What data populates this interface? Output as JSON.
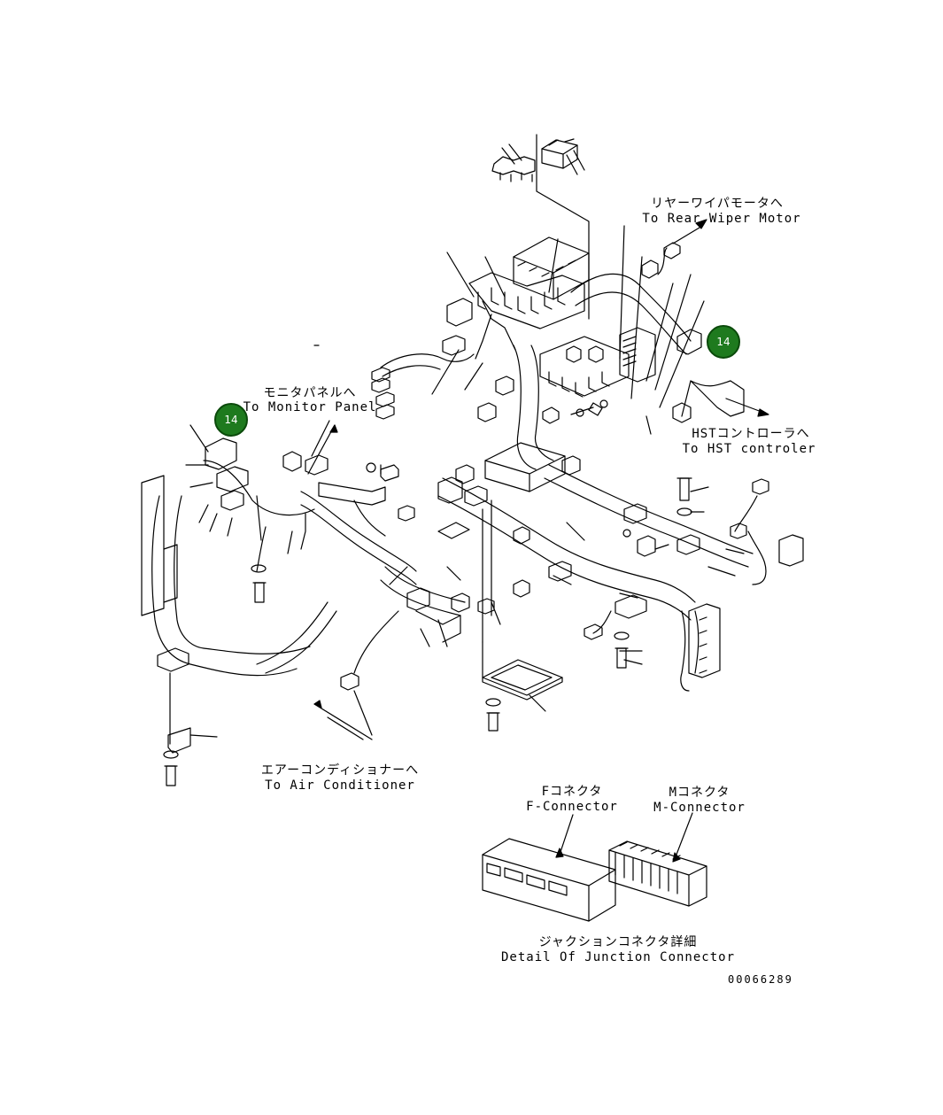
{
  "labels": {
    "rear_wiper_jp": "リヤーワイパモータへ",
    "rear_wiper_en": "To Rear Wiper Motor",
    "monitor_jp": "モニタパネルへ",
    "monitor_en": "To Monitor Panel",
    "hst_jp": "HSTコントローラへ",
    "hst_en": "To HST controler",
    "aircon_jp": "エアーコンディショナーへ",
    "aircon_en": "To Air Conditioner",
    "f_conn_jp": "Fコネクタ",
    "f_conn_en": "F-Connector",
    "m_conn_jp": "Mコネクタ",
    "m_conn_en": "M-Connector",
    "junction_jp": "ジャクションコネクタ詳細",
    "junction_en": "Detail Of Junction Connector",
    "drawing_code": "00066289"
  },
  "callouts": [
    {
      "number": "14",
      "color": "#1e7a1e"
    },
    {
      "number": "14",
      "color": "#1e7a1e"
    }
  ]
}
